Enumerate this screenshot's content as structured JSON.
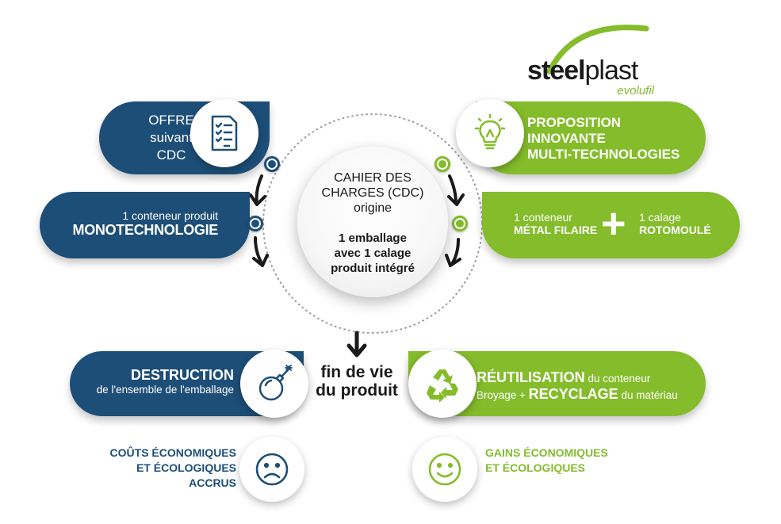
{
  "logo": {
    "brand_bold": "steel",
    "brand_light": "plast",
    "tagline": "evolufil",
    "accent_color": "#84bc2b"
  },
  "colors": {
    "blue": "#1d4e78",
    "green": "#84bc2b",
    "dark": "#1a1a1a"
  },
  "center": {
    "line1": "CAHIER DES",
    "line2": "CHARGES (CDC)",
    "line3": "origine",
    "bold1": "1 emballage",
    "bold2": "avec 1 calage",
    "bold3": "produit intégré"
  },
  "left": {
    "offer": {
      "line1": "OFFRE",
      "line2": "suivant",
      "line3": "CDC",
      "icon": "checklist-icon"
    },
    "mono": {
      "line1": "1 conteneur produit",
      "line2": "MONOTECHNOLOGIE"
    },
    "destruction": {
      "title": "DESTRUCTION",
      "subtitle": "de l'ensemble de l'emballage",
      "icon": "bomb-icon"
    },
    "outcome": {
      "line1": "COÛTS ÉCONOMIQUES",
      "line2": "ET ÉCOLOGIQUES ACCRUS",
      "icon": "sad-face-icon"
    }
  },
  "right": {
    "proposal": {
      "line1": "PROPOSITION",
      "line2": "INNOVANTE",
      "line3": "MULTI-TECHNOLOGIES",
      "icon": "lightbulb-icon"
    },
    "multi": {
      "left_line1": "1 conteneur",
      "left_line2": "MÉTAL FILAIRE",
      "plus": "+",
      "right_line1": "1 calage",
      "right_line2": "ROTOMOULÉ"
    },
    "reuse": {
      "title_bold": "RÉUTILISATION",
      "title_rest": " du conteneur",
      "line2_start": "Broyage + ",
      "line2_bold": "RECYCLAGE",
      "line2_rest": " du matériau",
      "icon": "recycle-icon"
    },
    "outcome": {
      "line1": "GAINS ÉCONOMIQUES",
      "line2": "ET ÉCOLOGIQUES",
      "icon": "happy-face-icon"
    }
  },
  "end": {
    "line1": "fin de vie",
    "line2": "du produit"
  }
}
